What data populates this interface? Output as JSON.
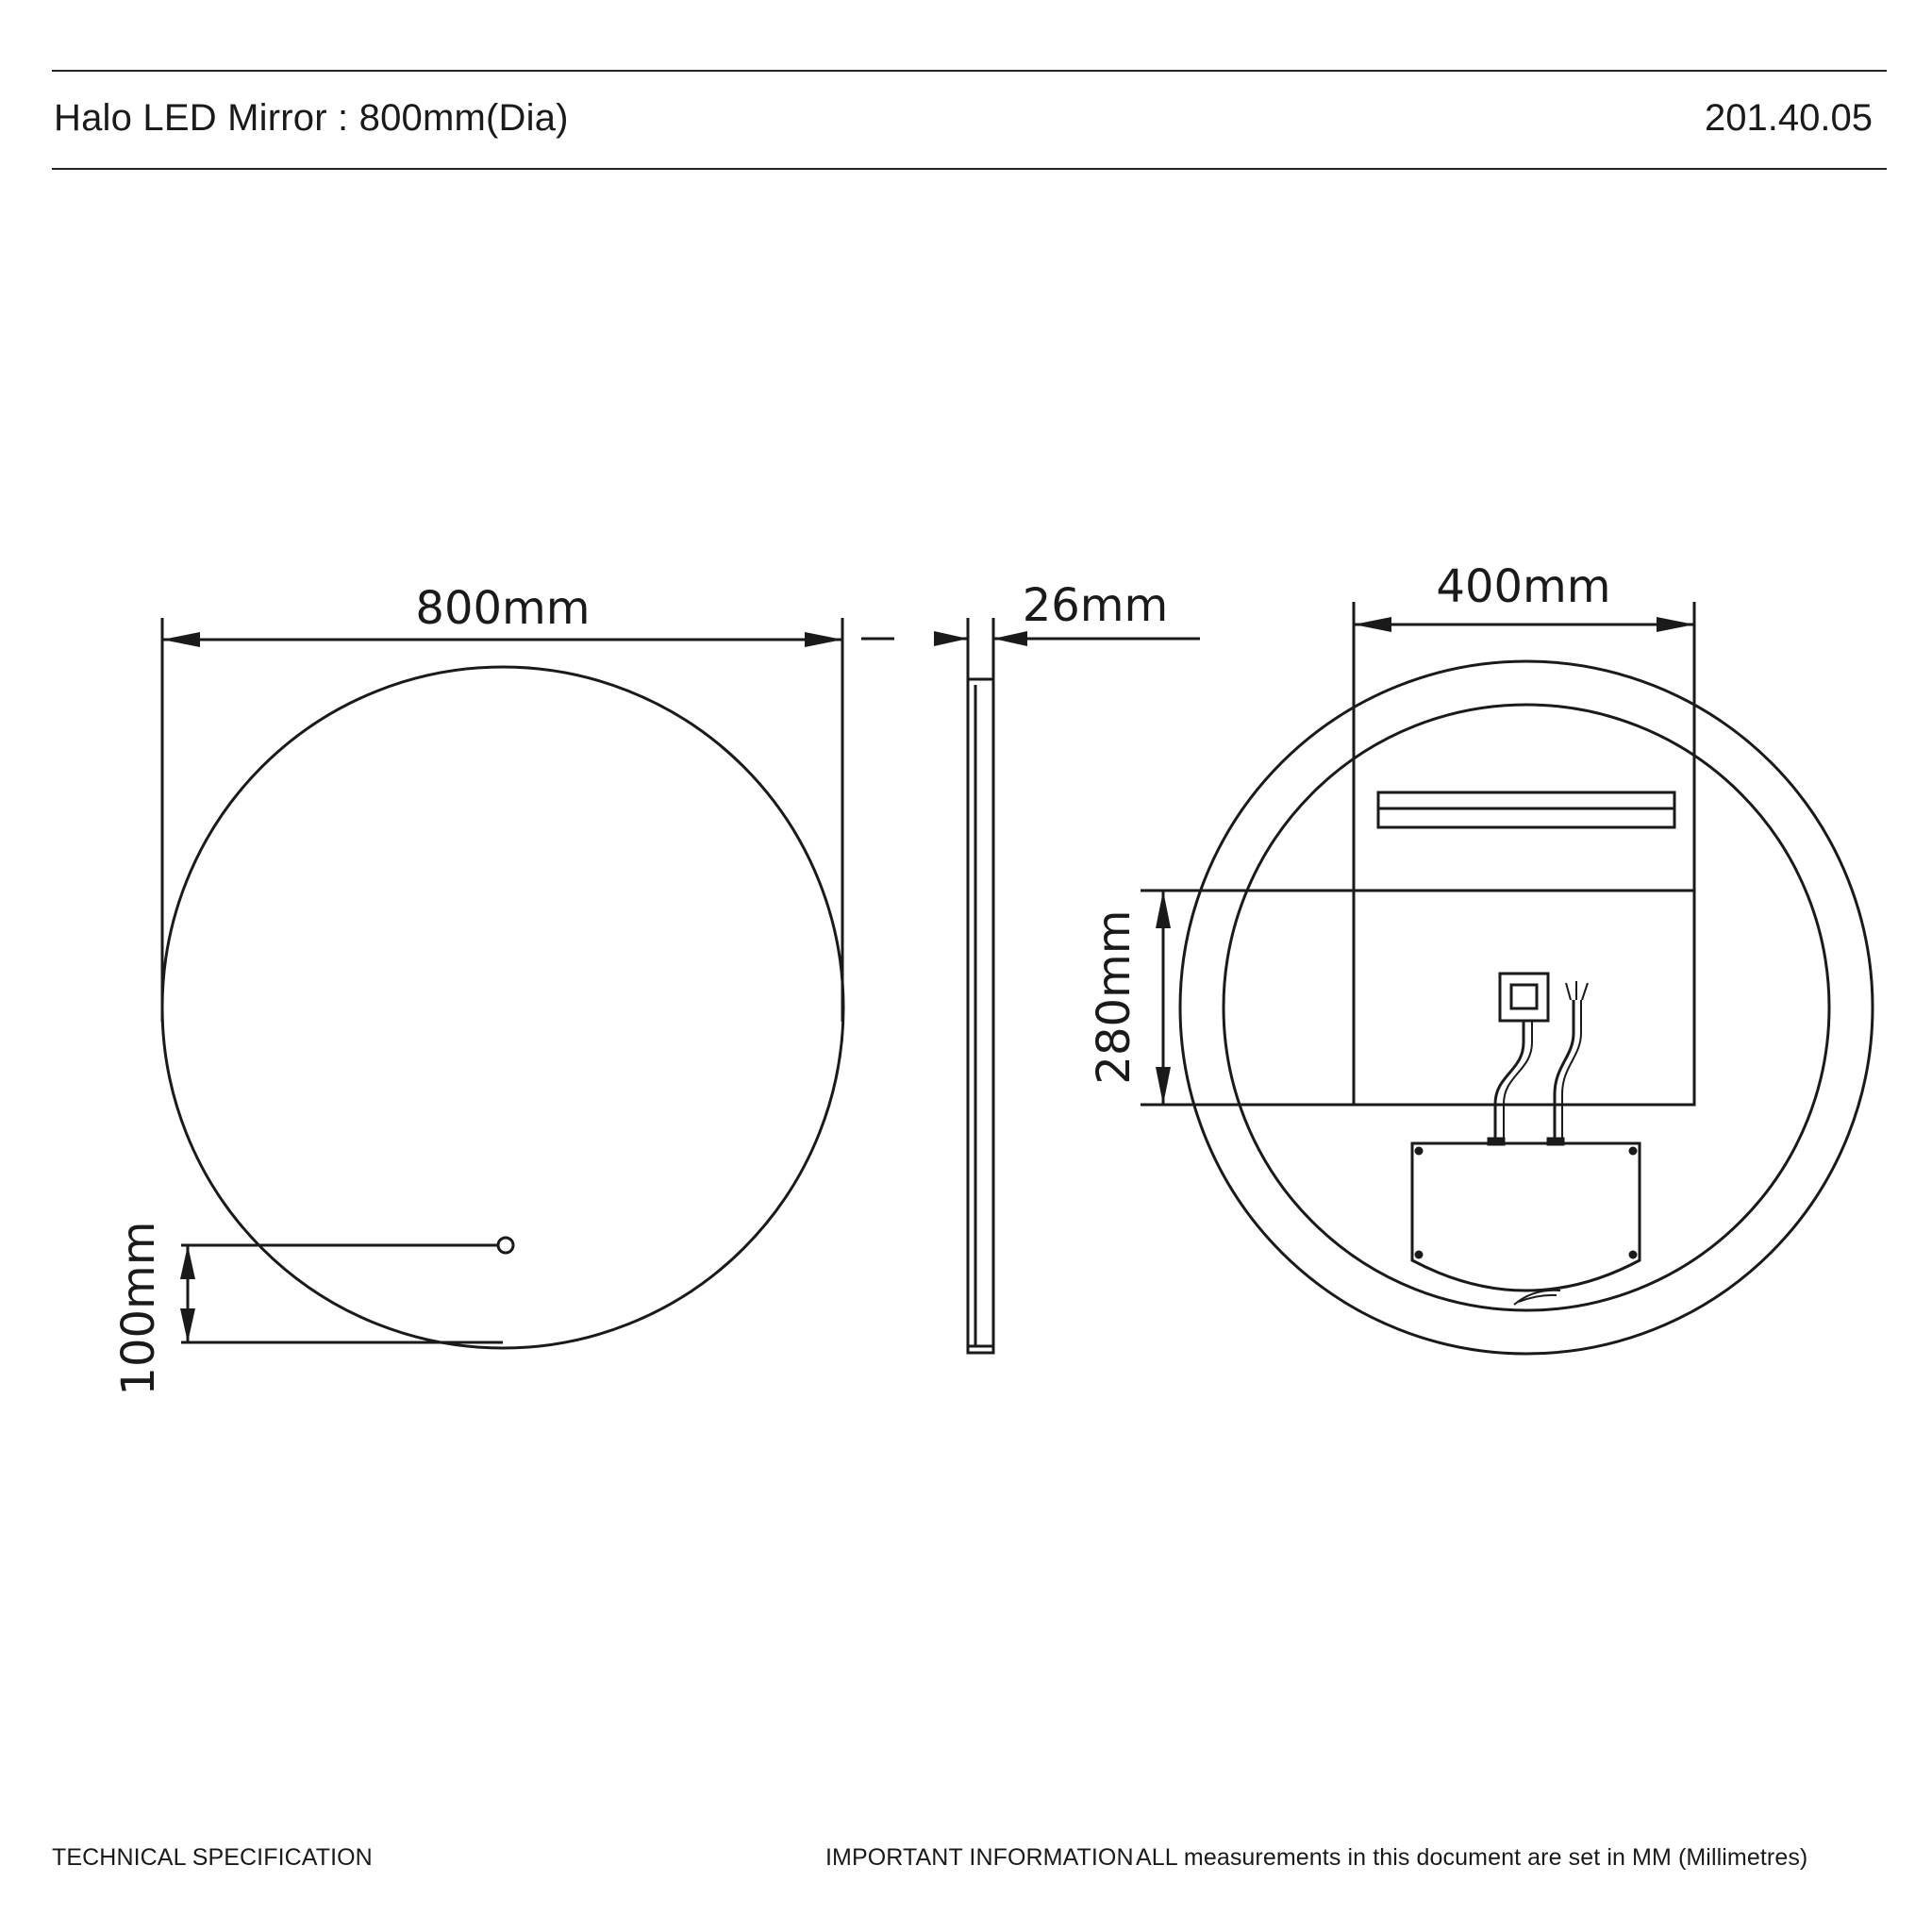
{
  "header": {
    "title": "Halo LED Mirror : 800mm(Dia)",
    "code": "201.40.05"
  },
  "dimensions": {
    "width": "800mm",
    "depth": "26mm",
    "bracket_width": "400mm",
    "bracket_height": "280mm",
    "sensor_offset": "100mm"
  },
  "footer": {
    "left": "TECHNICAL SPECIFICATION",
    "important_label": "IMPORTANT INFORMATION",
    "important_text": "ALL measurements in this document are set in MM (Millimetres)"
  }
}
